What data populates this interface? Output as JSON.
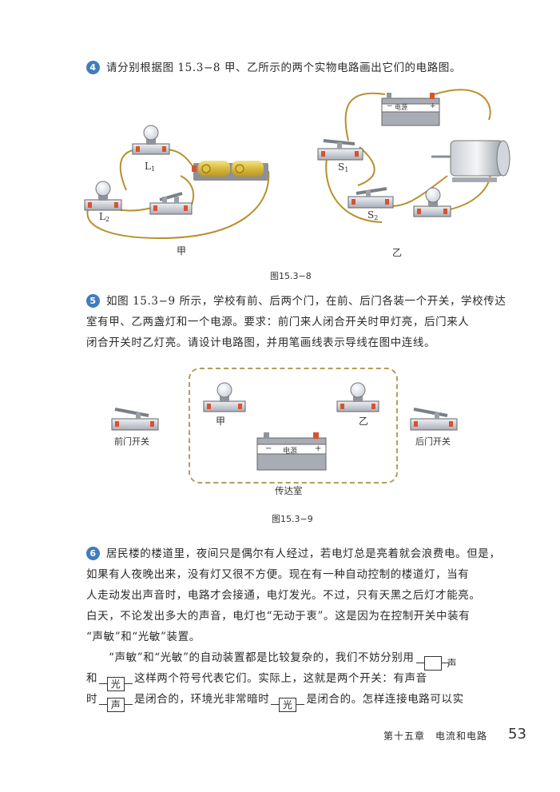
{
  "q4": {
    "num": "4",
    "text": "请分别根据图 15.3−8 甲、乙所示的两个实物电路画出它们的电路图。",
    "label_L1": "L",
    "label_L1_sub": "1",
    "label_L2": "L",
    "label_L2_sub": "2",
    "label_S1": "S",
    "label_S1_sub": "1",
    "label_S2": "S",
    "label_S2_sub": "2",
    "battery_text": "电源",
    "plus": "+",
    "minus": "−",
    "label_jia": "甲",
    "label_yi": "乙",
    "caption": "图15.3−8"
  },
  "q5": {
    "num": "5",
    "line1": "如图 15.3−9 所示，学校有前、后两个门，在前、后门各装一个开关，学校传达",
    "line2": "室有甲、乙两盏灯和一个电源。要求：前门来人闭合开关时甲灯亮，后门来人",
    "line3": "闭合开关时乙灯亮。请设计电路图，并用笔画线表示导线在图中连线。",
    "front_switch": "前门开关",
    "back_switch": "后门开关",
    "lamp_jia": "甲",
    "lamp_yi": "乙",
    "battery_text": "电源",
    "room_label": "传达室",
    "caption": "图15.3−9"
  },
  "q6": {
    "num": "6",
    "line1": "居民楼的楼道里，夜间只是偶尔有人经过，若电灯总是亮着就会浪费电。但是，",
    "line2": "如果有人夜晚出来，没有灯又很不方便。现在有一种自动控制的楼道灯，当有",
    "line3": "人走动发出声音时，电路才会接通，电灯发光。不过，只有天黑之后灯才能亮。",
    "line4": "白天，不论发出多大的声音，电灯也“无动于衷”。这是因为在控制开关中装有",
    "line5": "“声敏”和“光敏”装置。",
    "p2_line1_a": "“声敏”和“光敏”的自动装置都是比较复杂的，我们不妨分别用",
    "p2_line2_a": "和",
    "p2_line2_b": "这样两个符号代表它们。实际上，这就是两个开关：有声音",
    "p2_line3_a": "时",
    "p2_line3_b": "是闭合的，环境光非常暗时",
    "p2_line3_c": "是闭合的。怎样连接电路可以实",
    "sym_sound": "声",
    "sym_light": "光"
  },
  "footer": {
    "chapter": "第十五章　电流和电路",
    "page_number": "53"
  }
}
